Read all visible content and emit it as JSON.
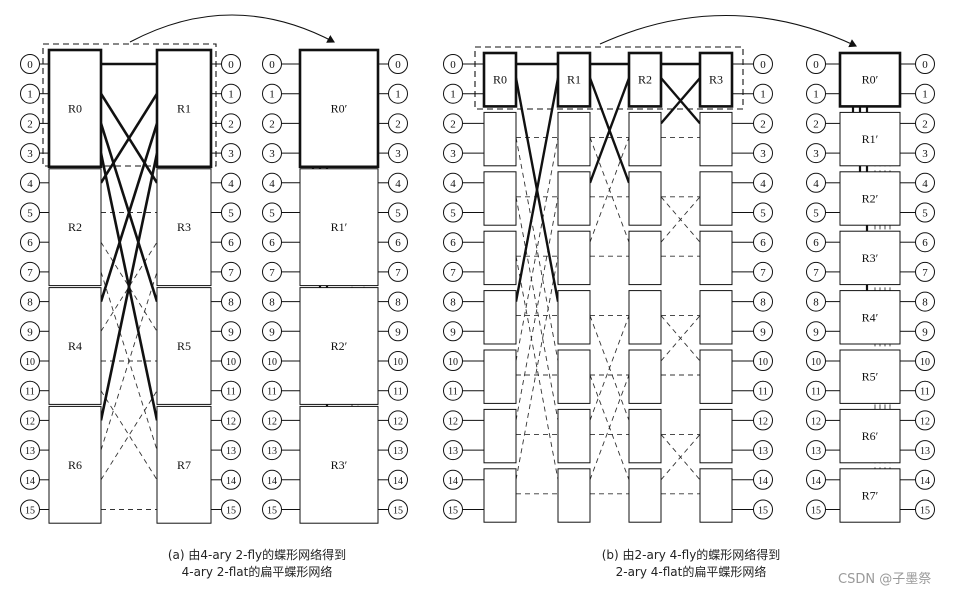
{
  "node_labels": [
    "0",
    "1",
    "2",
    "3",
    "4",
    "5",
    "6",
    "7",
    "8",
    "9",
    "10",
    "11",
    "12",
    "13",
    "14",
    "15"
  ],
  "panel_a": {
    "fly_routers": [
      "R0",
      "R1",
      "R2",
      "R3",
      "R4",
      "R5",
      "R6",
      "R7"
    ],
    "flat_routers": [
      "R0′",
      "R1′",
      "R2′",
      "R3′"
    ],
    "caption_line1": "(a)  由4-ary 2-fly的蝶形网络得到",
    "caption_line2": "4-ary 2-flat的扁平蝶形网络"
  },
  "panel_b": {
    "fly_routers": [
      "R0",
      "R1",
      "R2",
      "R3"
    ],
    "flat_routers": [
      "R0′",
      "R1′",
      "R2′",
      "R3′",
      "R4′",
      "R5′",
      "R6′",
      "R7′"
    ],
    "caption_line1": "(b)  由2-ary 4-fly的蝶形网络得到",
    "caption_line2": "2-ary 4-flat的扁平蝶形网络"
  },
  "watermark": "CSDN @子墨祭",
  "colors": {
    "line": "#111111",
    "dashed": "#333333",
    "background": "#ffffff",
    "watermark": "#9a9a9a"
  }
}
